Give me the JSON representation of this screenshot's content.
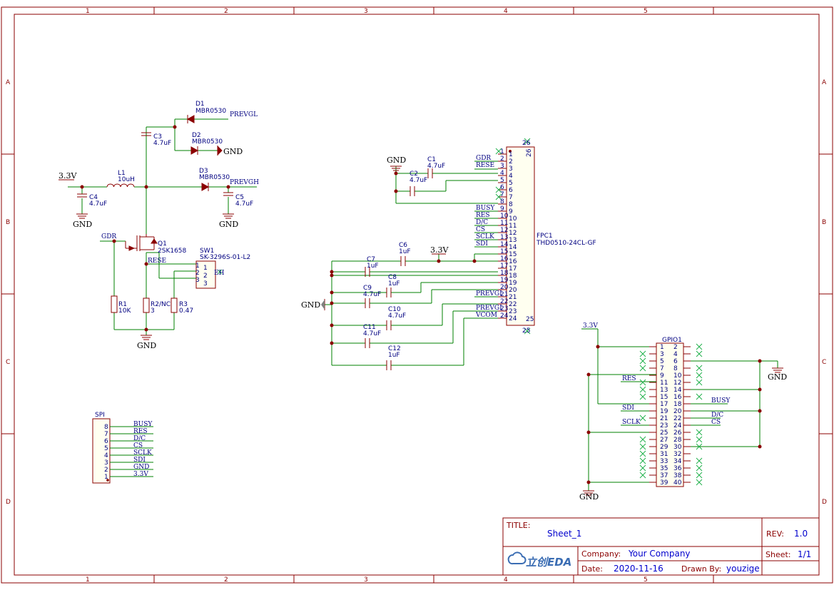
{
  "zones": {
    "columns": [
      "1",
      "2",
      "3",
      "4",
      "5"
    ],
    "rows": [
      "A",
      "B",
      "C",
      "D"
    ]
  },
  "power": {
    "gnd": "GND",
    "v33": "3.3V"
  },
  "components": {
    "d1": {
      "ref": "D1",
      "value": "MBR0530"
    },
    "d2": {
      "ref": "D2",
      "value": "MBR0530"
    },
    "d3": {
      "ref": "D3",
      "value": "MBR0530"
    },
    "c1": {
      "ref": "C1",
      "value": "4.7uF"
    },
    "c2": {
      "ref": "C2",
      "value": "4.7uF"
    },
    "c3": {
      "ref": "C3",
      "value": "4.7uF"
    },
    "c4": {
      "ref": "C4",
      "value": "4.7uF"
    },
    "c5": {
      "ref": "C5",
      "value": "4.7uF"
    },
    "c6": {
      "ref": "C6",
      "value": "1uF"
    },
    "c7": {
      "ref": "C7",
      "value": "1uF"
    },
    "c8": {
      "ref": "C8",
      "value": "1uF"
    },
    "c9": {
      "ref": "C9",
      "value": "4.7uF"
    },
    "c10": {
      "ref": "C10",
      "value": "4.7uF"
    },
    "c11": {
      "ref": "C11",
      "value": "4.7uF"
    },
    "c12": {
      "ref": "C12",
      "value": "1uF"
    },
    "l1": {
      "ref": "L1",
      "value": "10uH"
    },
    "q1": {
      "ref": "Q1",
      "value": "2SK1658"
    },
    "sw1": {
      "ref": "SW1",
      "value": "SK-3296S-01-L2"
    },
    "r1": {
      "ref": "R1",
      "value": "10K"
    },
    "r2": {
      "ref": "R2/NC",
      "value": "3"
    },
    "r3": {
      "ref": "R3",
      "value": "0.47"
    },
    "fpc1": {
      "ref": "FPC1",
      "value": "THD0510-24CL-GF"
    },
    "gpio1": {
      "ref": "GPIO1"
    },
    "spi": {
      "ref": "SPI"
    }
  },
  "nets": {
    "prevgl": "PREVGL",
    "prevgh": "PREVGH",
    "gdr": "GDR",
    "rese": "RESE",
    "busy": "BUSY",
    "res": "RES",
    "dc": "D/C",
    "cs": "CS",
    "sclk": "SCLK",
    "sdi": "SDI",
    "vcom": "VCOM",
    "eh": "EH",
    "prevg_a": "PREVGI",
    "prevg_b": "PREVGI"
  },
  "fpc_pins": [
    "1",
    "2",
    "3",
    "4",
    "5",
    "6",
    "7",
    "8",
    "9",
    "10",
    "11",
    "12",
    "13",
    "14",
    "15",
    "16",
    "17",
    "18",
    "19",
    "20",
    "21",
    "22",
    "23",
    "24"
  ],
  "fpc_side": {
    "top": "26",
    "bottom": "25"
  },
  "fpc_nets": [
    {
      "pin": 2,
      "name": "GDR"
    },
    {
      "pin": 3,
      "name": "RESE"
    },
    {
      "pin": 9,
      "name": "BUSY"
    },
    {
      "pin": 10,
      "name": "RES"
    },
    {
      "pin": 11,
      "name": "D/C"
    },
    {
      "pin": 12,
      "name": "CS"
    },
    {
      "pin": 13,
      "name": "SCLK"
    },
    {
      "pin": 14,
      "name": "SDI"
    },
    {
      "pin": 21,
      "name": "PREVGI"
    },
    {
      "pin": 23,
      "name": "PREVGI"
    },
    {
      "pin": 24,
      "name": "VCOM"
    }
  ],
  "sw_pins": [
    "1",
    "2",
    "3"
  ],
  "spi_pins": [
    "8",
    "7",
    "6",
    "5",
    "4",
    "3",
    "2",
    "1"
  ],
  "spi_nets": [
    "BUSY",
    "RES",
    "D/C",
    "CS",
    "SCLK",
    "SDI",
    "GND",
    "3.3V"
  ],
  "gpio_rows": [
    [
      "1",
      "2"
    ],
    [
      "3",
      "4"
    ],
    [
      "5",
      "6"
    ],
    [
      "7",
      "8"
    ],
    [
      "9",
      "10"
    ],
    [
      "11",
      "12"
    ],
    [
      "13",
      "14"
    ],
    [
      "15",
      "16"
    ],
    [
      "17",
      "18"
    ],
    [
      "19",
      "20"
    ],
    [
      "21",
      "22"
    ],
    [
      "23",
      "24"
    ],
    [
      "25",
      "26"
    ],
    [
      "27",
      "28"
    ],
    [
      "29",
      "30"
    ],
    [
      "31",
      "32"
    ],
    [
      "33",
      "34"
    ],
    [
      "35",
      "36"
    ],
    [
      "37",
      "38"
    ],
    [
      "39",
      "40"
    ]
  ],
  "gpio_nets": {
    "res": "RES",
    "busy": "BUSY",
    "sdi": "SDI",
    "dc": "D/C",
    "sclk": "SCLK",
    "cs": "CS",
    "v33": "3.3V",
    "gnd_left": "GND",
    "gnd_right": "GND"
  },
  "title_block": {
    "title_label": "TITLE:",
    "title": "Sheet_1",
    "rev_label": "REV:",
    "rev": "1.0",
    "company_label": "Company:",
    "company": "Your Company",
    "sheet_label": "Sheet:",
    "sheet": "1/1",
    "date_label": "Date:",
    "date": "2020-11-16",
    "drawn_label": "Drawn By:",
    "drawn": "youzige",
    "logo": "立创EDA"
  }
}
